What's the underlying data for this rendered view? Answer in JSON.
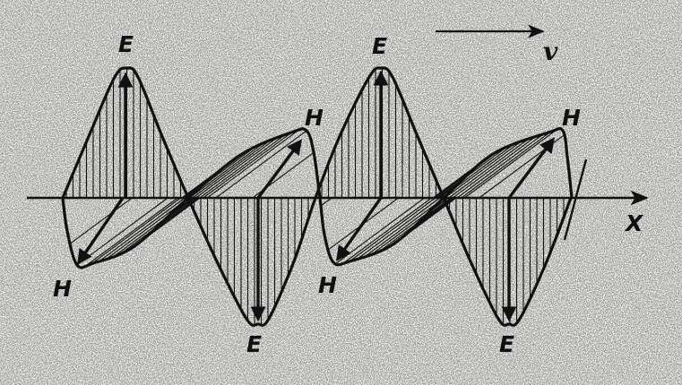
{
  "labels": {
    "electric": "E",
    "magnetic": "H",
    "velocity": "v",
    "axis": "X"
  },
  "colors": {
    "ink": "#111111",
    "paper": "#f4f4f1"
  }
}
